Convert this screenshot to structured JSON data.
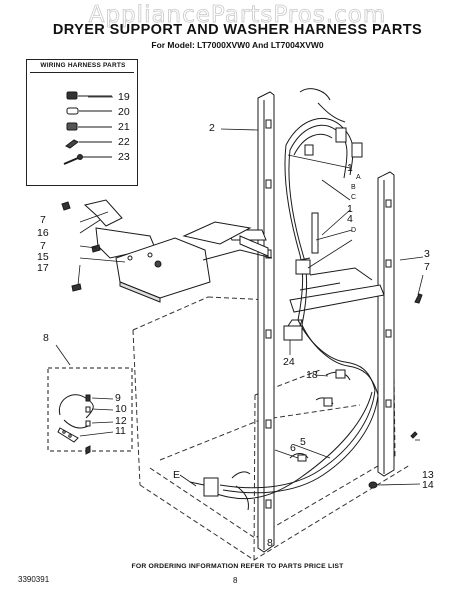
{
  "watermark": "AppliancePartsPros.com",
  "title": "DRYER SUPPORT AND WASHER HARNESS PARTS",
  "subtitle": "For Model: LT7000XVW0 And LT7004XVW0",
  "legend": {
    "title": "WIRING HARNESS PARTS",
    "items": [
      "19",
      "20",
      "21",
      "22",
      "23"
    ]
  },
  "callouts": {
    "c1": "1",
    "c1a": "A",
    "c1b": "B",
    "c1c": "C",
    "c1d": "D",
    "c1e": "E",
    "c2": "2",
    "c3": "3",
    "c4": "4",
    "c5": "5",
    "c6": "6",
    "c7a": "7",
    "c7b": "7",
    "c7c": "7",
    "c8": "8",
    "c8b": "8",
    "c9": "9",
    "c10": "10",
    "c11": "11",
    "c12": "12",
    "c13": "13",
    "c14": "14",
    "c15": "15",
    "c16": "16",
    "c17": "17",
    "c18": "18",
    "c24": "24"
  },
  "footer": {
    "note": "FOR ORDERING INFORMATION REFER TO PARTS PRICE LIST",
    "code": "3390391",
    "page": "8"
  }
}
